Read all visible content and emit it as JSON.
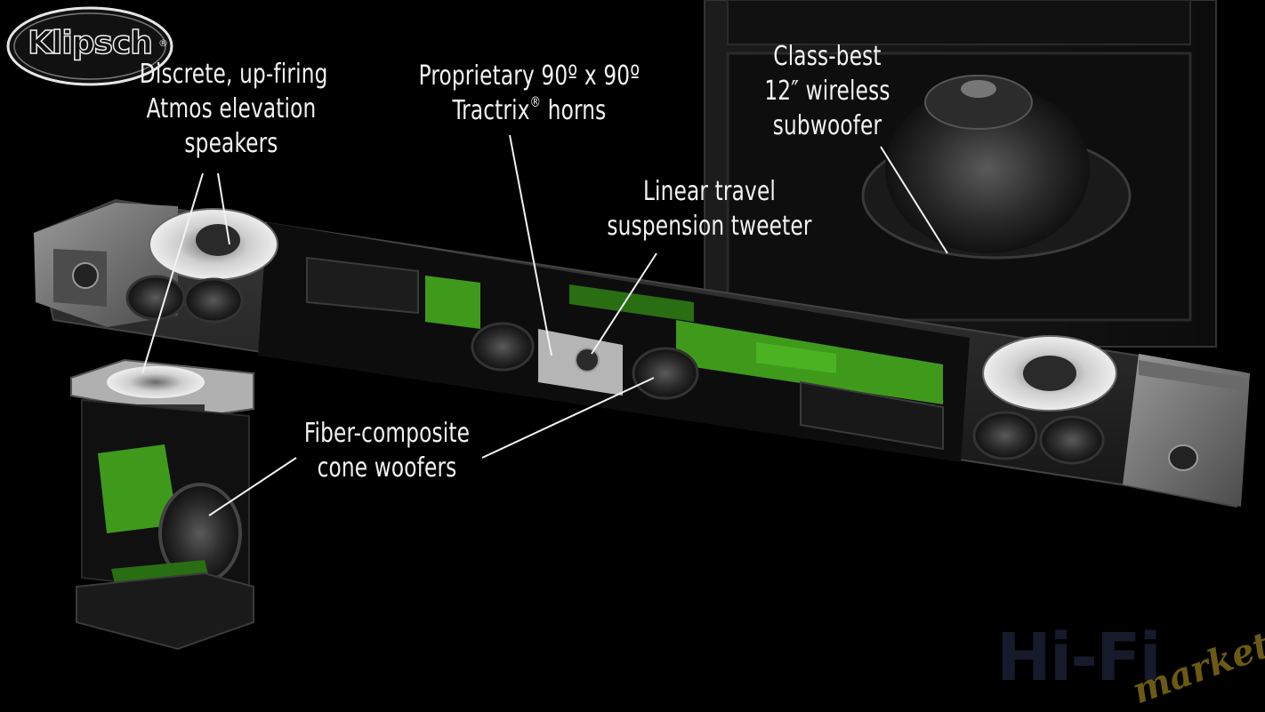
{
  "brand": {
    "logo_text": "Klipsch",
    "logo_reg": "®"
  },
  "watermark": {
    "main": "Hi-Fi",
    "sub": "market"
  },
  "callouts": {
    "atmos": {
      "lines": [
        "Discrete, up-firing",
        "Atmos elevation",
        "speakers"
      ]
    },
    "horns": {
      "line1": "Proprietary 90º x 90º",
      "line2_a": "Tractrix",
      "line2_reg": "®",
      "line2_b": " horns"
    },
    "tweeter": {
      "lines": [
        "Linear travel",
        "suspension tweeter"
      ]
    },
    "subwoofer": {
      "lines": [
        "Class-best",
        "12″ wireless",
        "subwoofer"
      ]
    },
    "woofers": {
      "lines": [
        "Fiber-composite",
        "cone woofers"
      ]
    }
  },
  "colors": {
    "background": "#000000",
    "pcb_green": "#3f9a1c",
    "speaker_grey": "#8a8a8a",
    "label_text": "#f2f2f2"
  }
}
